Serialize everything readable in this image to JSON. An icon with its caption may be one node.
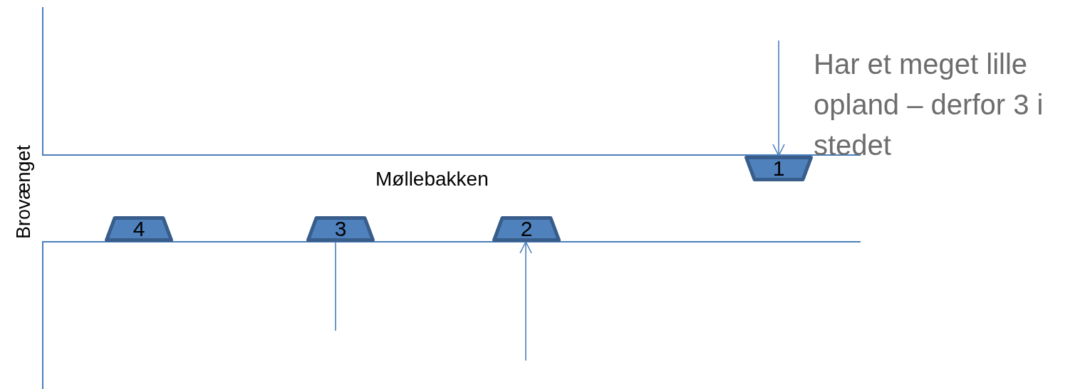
{
  "diagram": {
    "nodes": [
      {
        "text": [
          "1"
        ]
      },
      {
        "text": [
          "4"
        ]
      },
      {
        "text": [
          "3"
        ]
      },
      {
        "text": [
          "2"
        ]
      }
    ],
    "edges": [
      {
        "from": null,
        "to": 0,
        "arrow": "to"
      },
      {
        "from": null,
        "to": 2,
        "arrow": "none"
      },
      {
        "from": null,
        "to": 3,
        "arrow": "to"
      }
    ],
    "labels": [
      "Har et meget lille opland – derfor 3 i stedet",
      "Møllebakken",
      "Brovænget"
    ]
  }
}
